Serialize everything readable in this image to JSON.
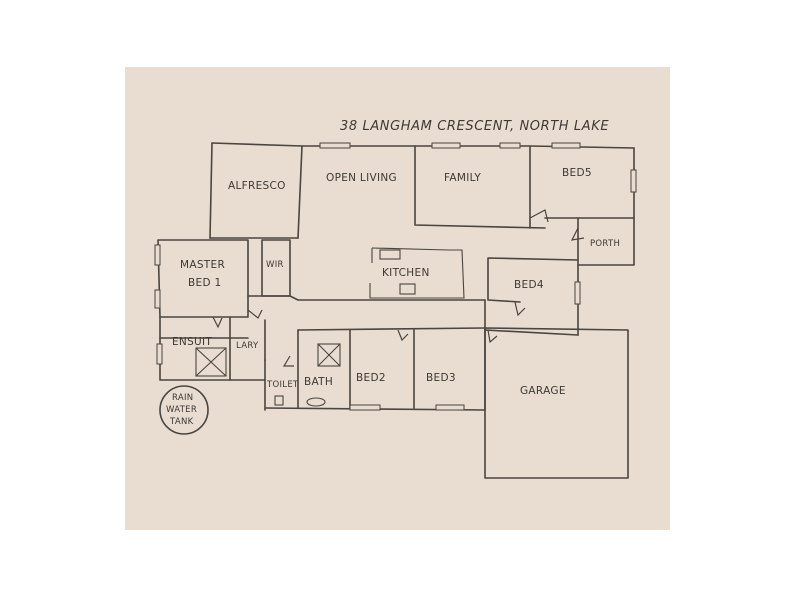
{
  "title": "38 LANGHAM CRESCENT, NORTH LAKE",
  "rooms": {
    "alfresco": "ALFRESCO",
    "open_living": "OPEN LIVING",
    "family": "FAMILY",
    "bed5": "BED5",
    "porth": "PORTH",
    "master_line1": "MASTER",
    "master_line2": "BED 1",
    "wir": "WIR",
    "kitchen": "KITCHEN",
    "bed4": "BED4",
    "ensuit": "ENSUIT",
    "lary": "LARY",
    "toilet": "TOILET",
    "bath": "BATH",
    "bed2": "BED2",
    "bed3": "BED3",
    "garage": "GARAGE",
    "tank_line1": "RAIN",
    "tank_line2": "WATER",
    "tank_line3": "TANK"
  },
  "colors": {
    "paper": "#e8ddd0",
    "ink": "#4a4540"
  }
}
